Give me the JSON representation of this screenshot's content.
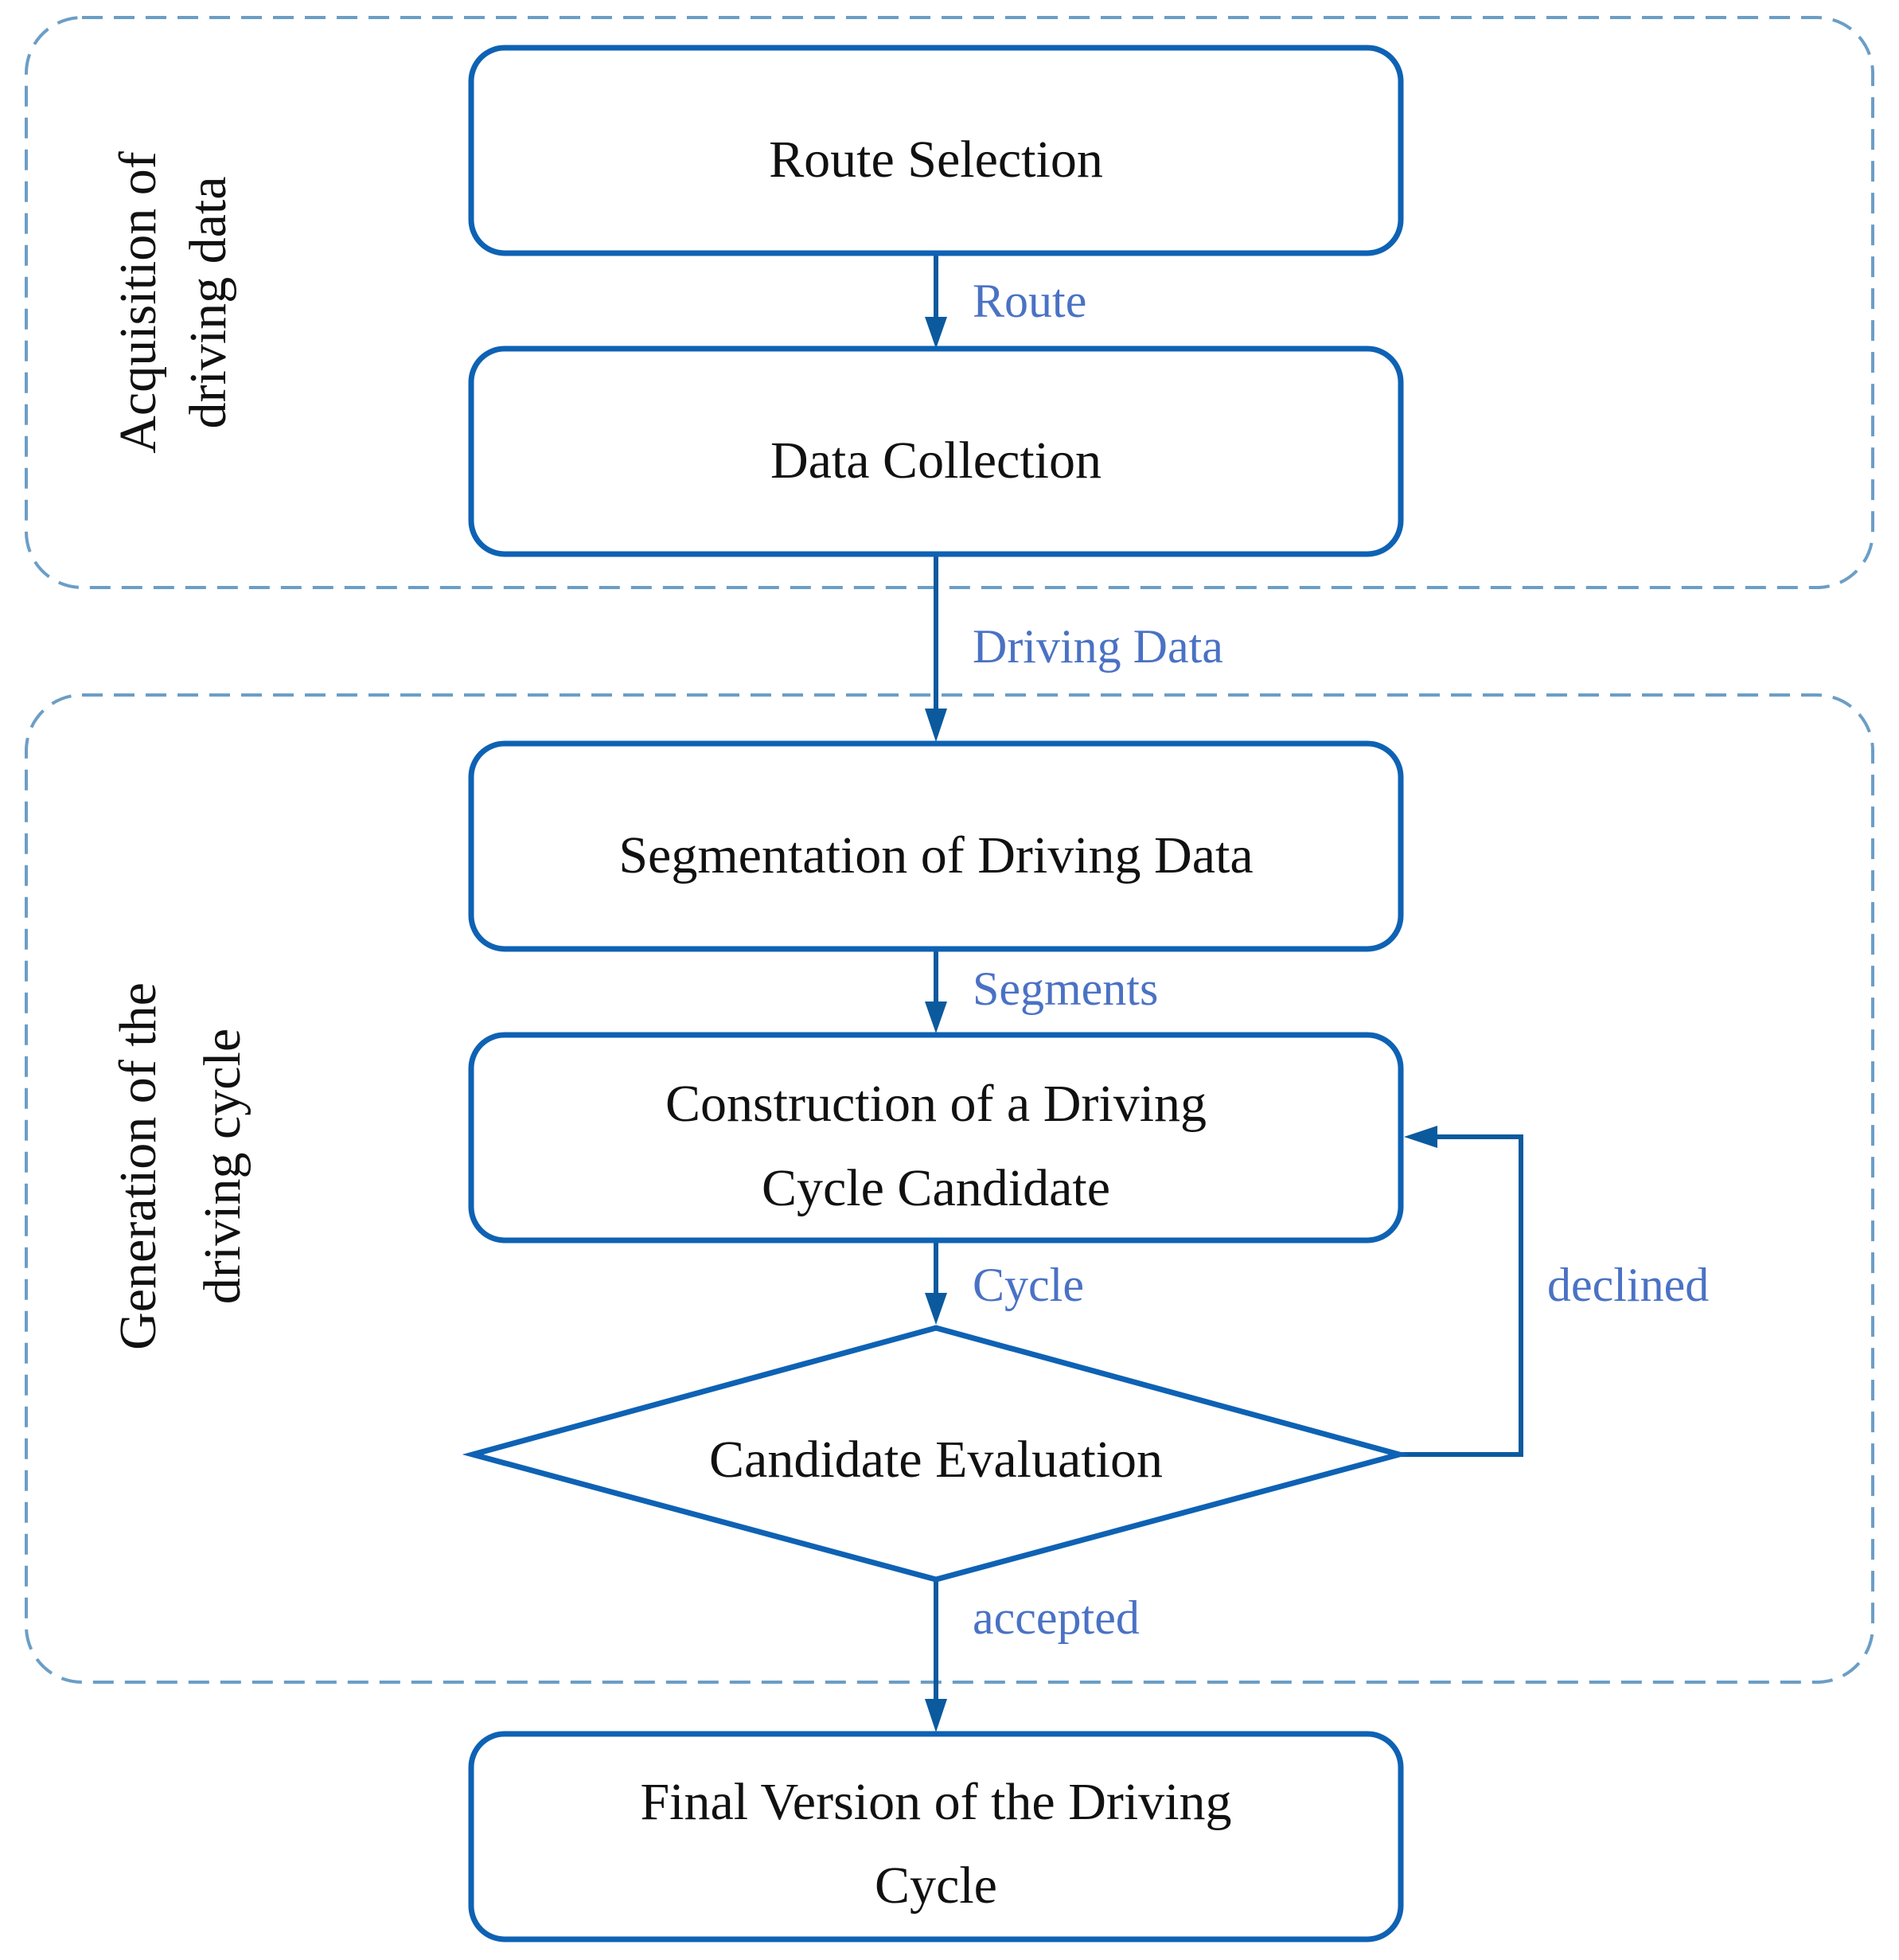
{
  "colors": {
    "box_stroke": "#0e62b4",
    "arrow": "#0b5a9e",
    "edge_label": "#4a72c4",
    "group_border": "#6b9ec6"
  },
  "groups": {
    "acquisition": {
      "line1": "Acquisition of",
      "line2": "driving data"
    },
    "generation": {
      "line1": "Generation of the",
      "line2": "driving cycle"
    }
  },
  "nodes": {
    "route_selection": "Route Selection",
    "data_collection": "Data Collection",
    "segmentation": "Segmentation of Driving Data",
    "construction_line1": "Construction of a Driving",
    "construction_line2": "Cycle Candidate",
    "evaluation": "Candidate Evaluation",
    "final_line1": "Final Version of the Driving",
    "final_line2": "Cycle"
  },
  "edges": {
    "route": "Route",
    "driving_data": "Driving Data",
    "segments": "Segments",
    "cycle": "Cycle",
    "declined": "declined",
    "accepted": "accepted"
  }
}
